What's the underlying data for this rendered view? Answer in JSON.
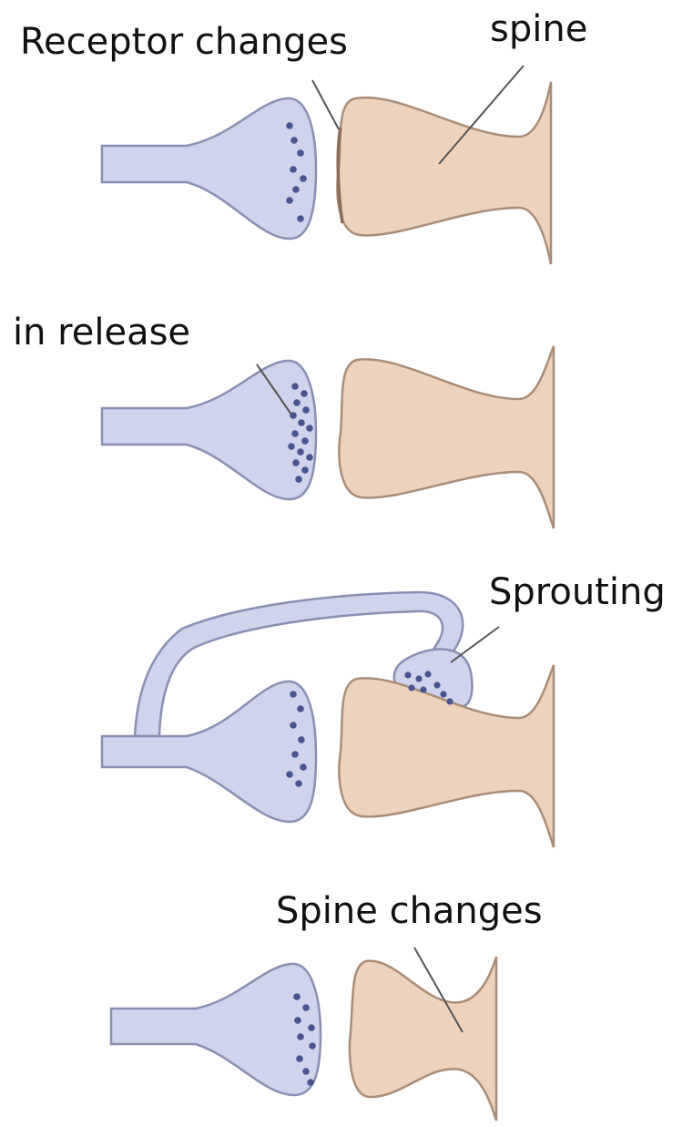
{
  "labels": {
    "receptor_changes": "Receptor changes",
    "spine": "spine",
    "in_release": "in release",
    "sprouting": "Sprouting",
    "spine_changes": "Spine changes"
  },
  "colors": {
    "axon_fill": "#cfd3ec",
    "axon_stroke": "#8a8fb3",
    "spine_fill": "#edd2bd",
    "spine_stroke": "#a98d78",
    "vesicle": "#4a5590",
    "leader": "#555555",
    "receptor_edge": "#8a6e5b"
  }
}
